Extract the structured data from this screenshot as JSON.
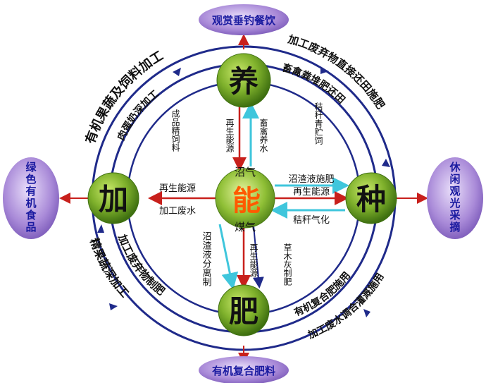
{
  "nodes": {
    "top": "养",
    "left": "加",
    "right": "种",
    "bottom": "肥",
    "center": "能"
  },
  "outputs": {
    "top": "观赏垂钓餐饮",
    "bottom": "有机复合肥料",
    "left": [
      "绿",
      "色",
      "有",
      "机",
      "食",
      "品"
    ],
    "right": [
      "休",
      "闲",
      "观",
      "光",
      "采",
      "摘"
    ]
  },
  "outer_ring": {
    "top_left": "有机果蔬及饲料加工",
    "top_right": "加工废弃物直接还田施肥",
    "bottom_left": "精果蔬深加工",
    "bottom_right": "加工废水调合灌溉施用"
  },
  "inner_ring": {
    "top_left": "肉蛋奶深加工",
    "top_right": "畜禽粪堆肥还田",
    "bottom_left": "加工废弃物制肥",
    "bottom_right": "有机复合肥施用"
  },
  "center_labels": {
    "biogas": "沼气",
    "coal_gas": "煤气"
  },
  "spokes": {
    "top_left_1": "成品精饲料",
    "top_left_2": "再生能源",
    "top_right_1": "畜禽养水",
    "top_right_2": "秸秆青贮饲",
    "left_top": "再生能源",
    "left_bottom": "加工废水",
    "right_top": "沼渣液施肥",
    "right_mid": "再生能源",
    "right_bottom": "秸秆气化",
    "bottom_left": "沼渣液分离制",
    "bottom_mid": "再生能源",
    "bottom_right": "草木灰制肥"
  },
  "colors": {
    "node_green": "#5f9a22",
    "ring_blue": "#1f2a8a",
    "arrow_red": "#c8201c",
    "arrow_cyan": "#3fc6dc",
    "bubble_purple": "#8a68c4",
    "center_orange": "#ff6a00"
  }
}
